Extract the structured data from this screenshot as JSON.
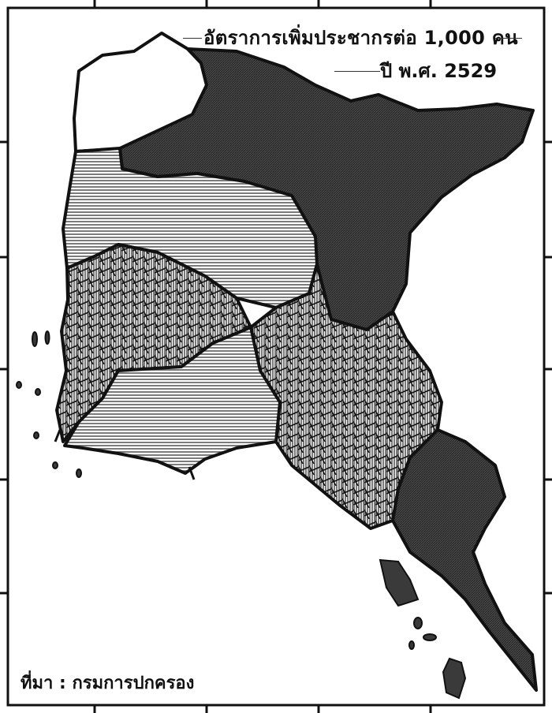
{
  "map": {
    "title_line1": "อัตราการเพิ่มประชากรต่อ 1,000 คน",
    "title_line2": "ปี พ.ศ. 2529",
    "source": "ที่มา  :  กรมการปกครอง",
    "colors": {
      "ink": "#111111",
      "dark_fill": "#3a3a3a",
      "light_stripes": "#6e6e6e",
      "cross_hatch": "#1e1e1e",
      "background": "#ffffff"
    },
    "legend_patterns": [
      "dark-dense-fill",
      "horizontal-stripes",
      "cross-hatch",
      "blank"
    ]
  }
}
